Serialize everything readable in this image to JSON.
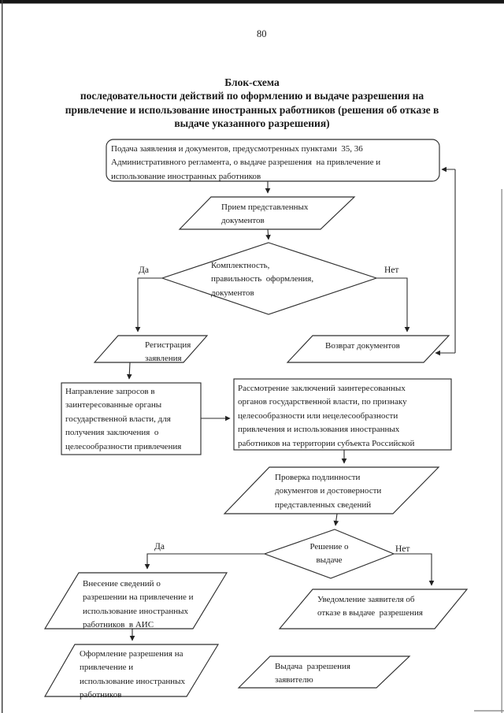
{
  "page": {
    "number": "80"
  },
  "title": {
    "text": "Блок-схема\nпоследовательности действий по оформлению и выдаче разрешения на\nпривлечение и использование иностранных работников (решения об отказе в\nвыдаче указанного разрешения)"
  },
  "labels": {
    "yes": "Да",
    "no": "Нет"
  },
  "nodes": {
    "submit": "Подача заявления и документов, предусмотренных пунктами  35, 36\nАдминистративного регламента, о выдаче разрешения  на привлечение и\nиспользование иностранных работников",
    "accept": "Прием представленных\nдокументов",
    "check_complete": "Комплектность,\nправильность  оформления,\nдокументов",
    "register": "Регистрация\nзаявления",
    "return_docs": "Возврат документов",
    "send_requests": "Направление запросов в\nзаинтересованные органы\nгосударственной власти, для\nполучения заключения  о\nцелесообразности привлечения",
    "review": "Рассмотрение заключений заинтересованных\nорганов государственной власти, по признаку\nцелесообразности или нецелесообразности\nпривлечения и использования иностранных\nработников на территории субъекта Российской",
    "verify": "Проверка подлинности\nдокументов и достоверности\nпредставленных сведений",
    "decision": "Решение о\nвыдаче",
    "enter_ais": "Внесение сведений о\nразрешении на привлечение и\nиспользование иностранных\nработников  в АИС",
    "issue_permit": "Оформление разрешения на\nпривлечение и\nиспользование иностранных\nработников",
    "notify_refusal": "Уведомление заявителя об\nотказе в выдаче  разрешения",
    "give_permit": "Выдача  разрешения\nзаявителю"
  }
}
